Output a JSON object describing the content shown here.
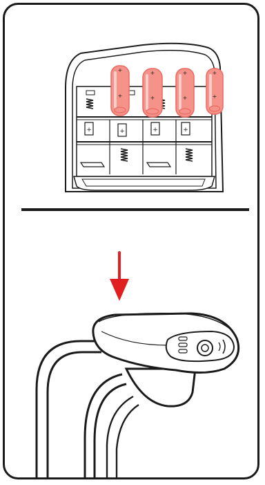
{
  "panels": [
    {
      "id": "battery-panel",
      "battery_count": 4,
      "battery_color": "#f08078"
    },
    {
      "id": "controller-panel",
      "arrow_color": "#e02020"
    }
  ],
  "colors": {
    "outline": "#1a1a1a",
    "battery_fill": "#f5928a",
    "battery_shade": "#e96b62",
    "arrow": "#e02020",
    "background": "#ffffff"
  },
  "battery_polarity_mark": "+"
}
